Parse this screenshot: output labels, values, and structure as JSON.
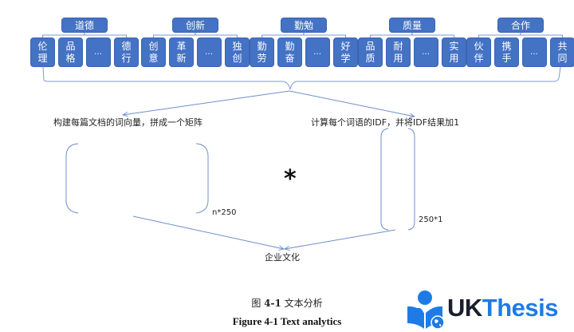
{
  "categories": [
    {
      "name": "道德",
      "leaves": [
        "伦理",
        "品格",
        "…",
        "德行"
      ]
    },
    {
      "name": "创新",
      "leaves": [
        "创意",
        "革新",
        "…",
        "独创"
      ]
    },
    {
      "name": "勤勉",
      "leaves": [
        "勤劳",
        "勤奋",
        "…",
        "好学"
      ]
    },
    {
      "name": "质量",
      "leaves": [
        "品质",
        "耐用",
        "…",
        "实用"
      ]
    },
    {
      "name": "合作",
      "leaves": [
        "伙伴",
        "携手",
        "…",
        "共同"
      ]
    }
  ],
  "steps": {
    "left": "构建每篇文档的词向量，拼成一个矩阵",
    "right": "计算每个词语的IDF，并将IDF结果加1"
  },
  "matrix": {
    "left_dim": "n*250",
    "right_dim": "250*1",
    "operator": "*"
  },
  "result": "企业文化",
  "caption": {
    "cn_prefix": "图",
    "cn_number": "4-1",
    "cn_title": "文本分析",
    "en": "Figure 4-1 Text analytics"
  },
  "logo": {
    "part1": "UK",
    "part2": "Thesis"
  },
  "colors": {
    "box_fill": "#4472c4",
    "line": "#6f8fca",
    "logo_dark": "#1a1f2e",
    "logo_blue": "#1e7be6"
  }
}
